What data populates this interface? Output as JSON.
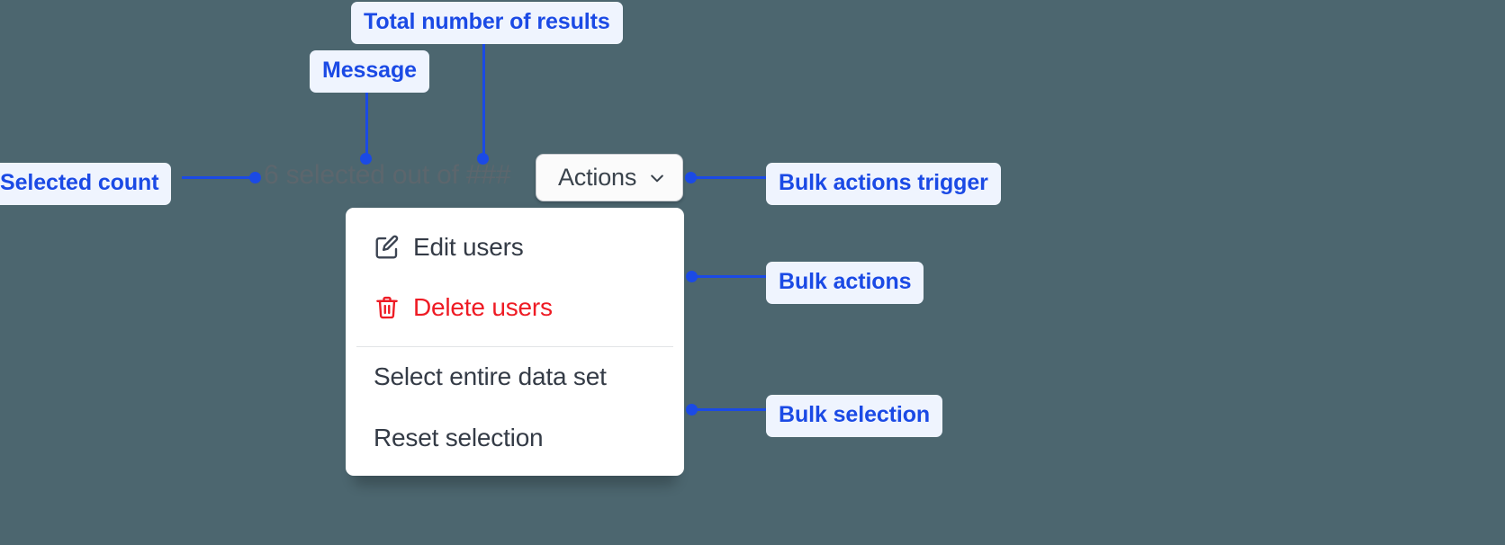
{
  "canvas": {
    "background_color": "#4c666f",
    "annotation_color": "#1b4ae5",
    "annotation_pill_bg": "#eff4fe"
  },
  "selection_bar": {
    "status_text": "6 selected out of ###",
    "selected_count": "6",
    "total_results_placeholder": "###",
    "trigger": {
      "label": "Actions",
      "chevron_icon": "chevron-down-icon"
    }
  },
  "dropdown_menu": {
    "bulk_actions": [
      {
        "icon": "edit-icon",
        "label": "Edit users",
        "danger": false
      },
      {
        "icon": "trash-icon",
        "label": "Delete users",
        "danger": true
      }
    ],
    "bulk_selection": [
      {
        "label": "Select entire data set"
      },
      {
        "label": "Reset selection"
      }
    ]
  },
  "annotations": [
    {
      "id": "total-results",
      "label": "Total number of results"
    },
    {
      "id": "message",
      "label": "Message"
    },
    {
      "id": "selected-count",
      "label": "Selected count"
    },
    {
      "id": "bulk-actions-trigger",
      "label": "Bulk actions trigger"
    },
    {
      "id": "bulk-actions",
      "label": "Bulk actions"
    },
    {
      "id": "bulk-selection",
      "label": "Bulk selection"
    }
  ]
}
